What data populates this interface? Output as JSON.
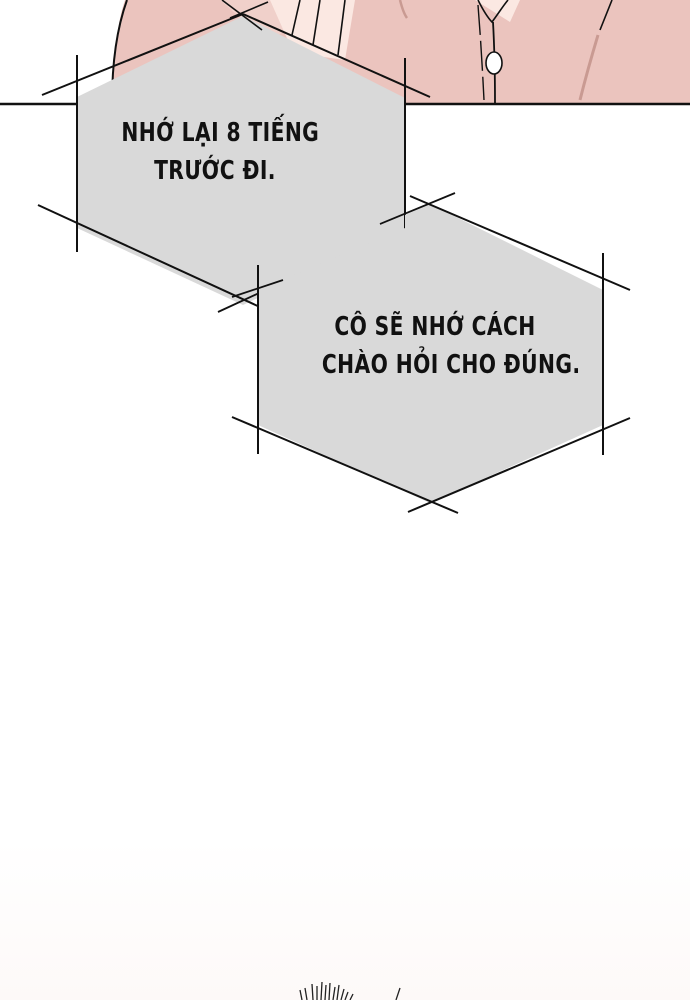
{
  "panel": {
    "type": "webtoon-panel",
    "background_color": "#ffffff",
    "top_illustration": {
      "subject": "character torso in pink shirt",
      "shirt_color": "#ebc4be",
      "button_count_visible": 1
    },
    "bottom_illustration": {
      "subject": "top of spiky black hair",
      "fade_color": "#fdf9f8"
    }
  },
  "bubbles": [
    {
      "shape": "hexagon",
      "fill": "#d9d9d9",
      "lines": [
        "NHỚ LẠI 8 TIẾNG",
        "TRƯỚC ĐI."
      ]
    },
    {
      "shape": "hexagon",
      "fill": "#d9d9d9",
      "lines": [
        "CÔ SẼ NHỚ CÁCH",
        "CHÀO HỎI CHO ĐÚNG."
      ]
    }
  ],
  "colors": {
    "ink": "#111111",
    "bubble_fill": "#d9d9d9",
    "skin_shirt": "#ebc4be",
    "collar_light": "#fbe8e2"
  }
}
